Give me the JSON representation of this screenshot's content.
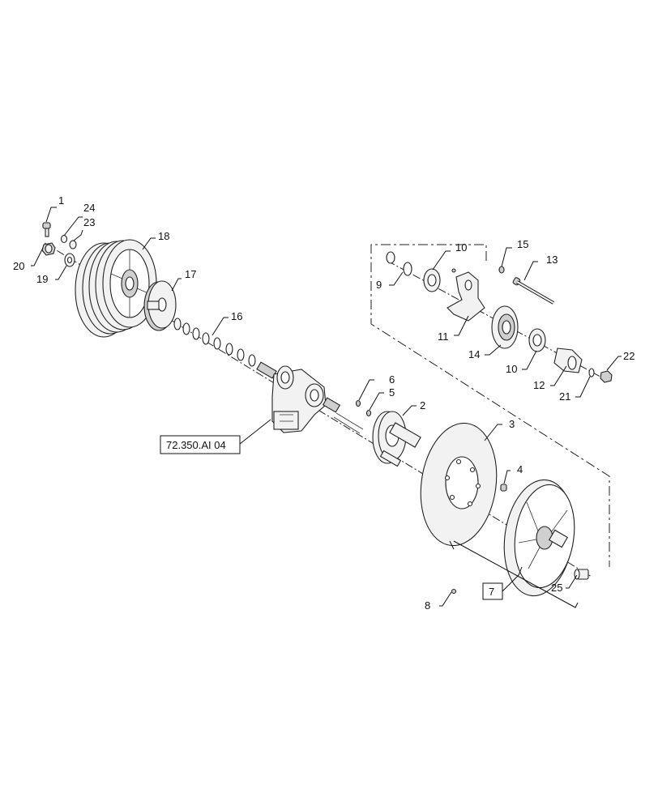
{
  "callouts": [
    {
      "num": "1"
    },
    {
      "num": "24"
    },
    {
      "num": "23"
    },
    {
      "num": "18"
    },
    {
      "num": "20"
    },
    {
      "num": "19"
    },
    {
      "num": "17"
    },
    {
      "num": "16"
    },
    {
      "num": "10"
    },
    {
      "num": "15"
    },
    {
      "num": "13"
    },
    {
      "num": "9"
    },
    {
      "num": "11"
    },
    {
      "num": "14"
    },
    {
      "num": "10"
    },
    {
      "num": "22"
    },
    {
      "num": "12"
    },
    {
      "num": "21"
    },
    {
      "num": "6"
    },
    {
      "num": "5"
    },
    {
      "num": "2"
    },
    {
      "num": "3"
    },
    {
      "num": "4"
    },
    {
      "num": "8"
    },
    {
      "num": "7"
    },
    {
      "num": "25"
    }
  ],
  "reference_box": {
    "label": "72.350.AI 04"
  }
}
